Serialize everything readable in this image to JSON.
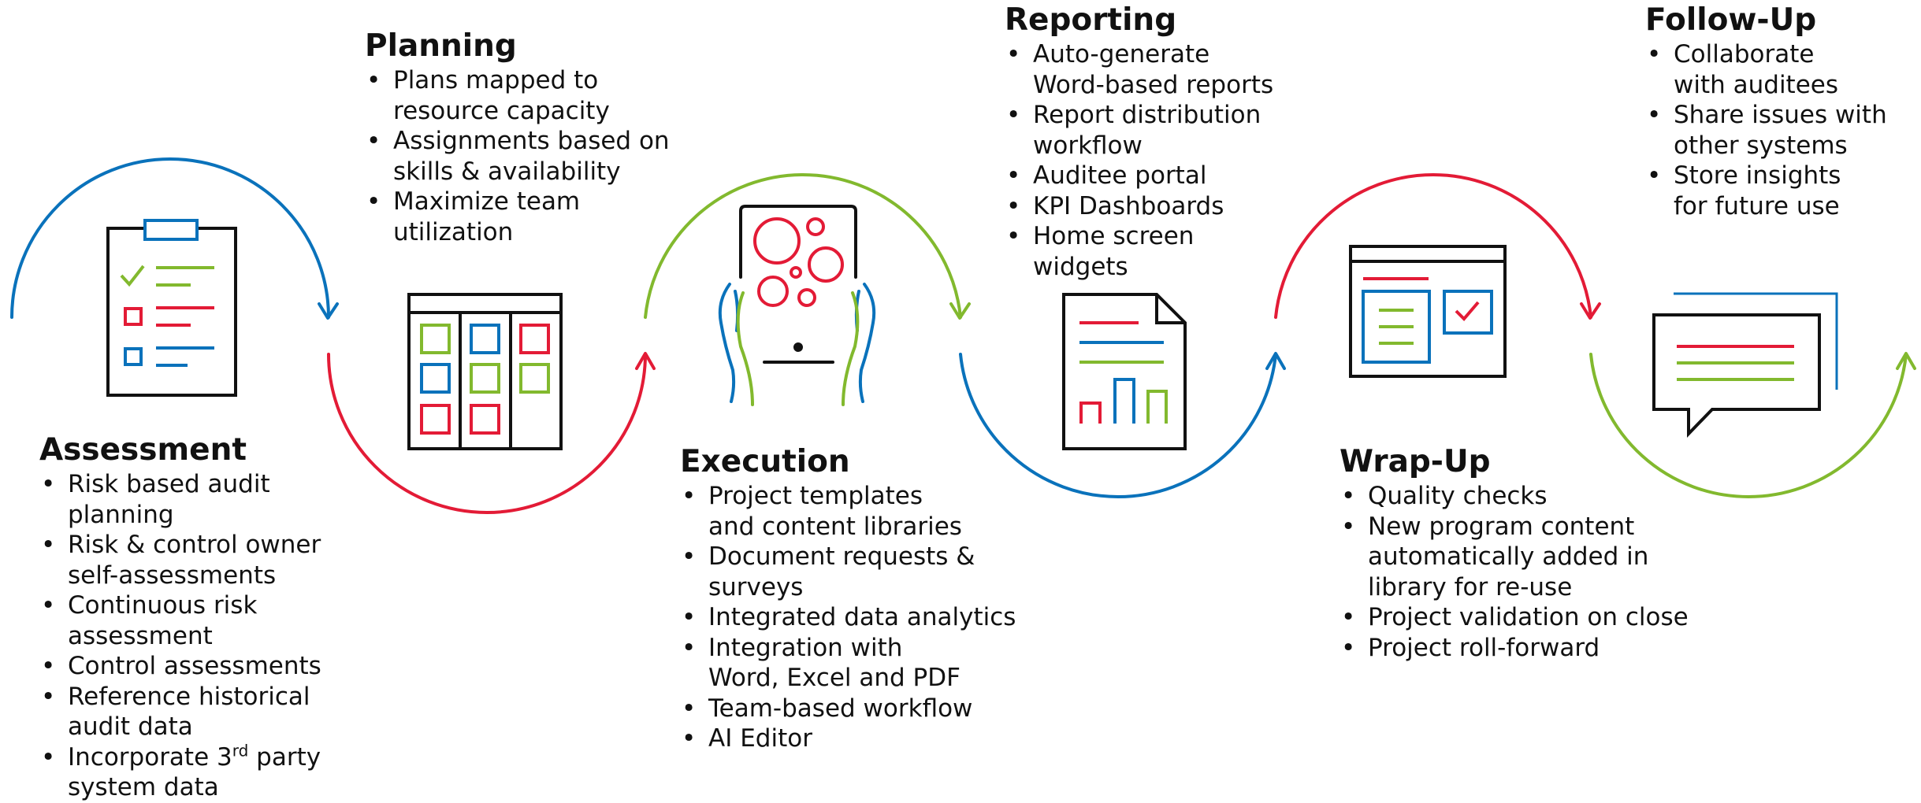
{
  "colors": {
    "blue": "#0a72bb",
    "red": "#e31b36",
    "green": "#82b92e",
    "ink": "#111111"
  },
  "stages": [
    {
      "title": "Assessment",
      "icon": "clipboard-checklist-icon",
      "items": [
        {
          "l1": "Risk based audit",
          "l2": "planning"
        },
        {
          "l1": "Risk & control owner",
          "l2": "self-assessments"
        },
        {
          "l1": "Continuous risk",
          "l2": "assessment"
        },
        {
          "l1": "Control assessments",
          "l2": ""
        },
        {
          "l1": "Reference historical",
          "l2": "audit data"
        },
        {
          "l1": "Incorporate 3",
          "sup": "rd",
          "l1b": " party",
          "l2": "system data"
        }
      ]
    },
    {
      "title": "Planning",
      "icon": "planning-grid-icon",
      "items": [
        {
          "l1": "Plans mapped to",
          "l2": "resource capacity"
        },
        {
          "l1": "Assignments based on",
          "l2": "skills & availability"
        },
        {
          "l1": "Maximize team",
          "l2": "utilization"
        }
      ]
    },
    {
      "title": "Execution",
      "icon": "tablet-in-hands-icon",
      "items": [
        {
          "l1": "Project templates",
          "l2": "and content libraries"
        },
        {
          "l1": "Document requests &",
          "l2": "surveys"
        },
        {
          "l1": "Integrated data analytics",
          "l2": ""
        },
        {
          "l1": "Integration with",
          "l2": "Word, Excel and PDF"
        },
        {
          "l1": "Team-based workflow",
          "l2": ""
        },
        {
          "l1": "AI Editor",
          "l2": ""
        }
      ]
    },
    {
      "title": "Reporting",
      "icon": "report-document-icon",
      "items": [
        {
          "l1": "Auto-generate",
          "l2": "Word-based reports"
        },
        {
          "l1": "Report distribution",
          "l2": "workflow"
        },
        {
          "l1": "Auditee portal",
          "l2": ""
        },
        {
          "l1": "KPI Dashboards",
          "l2": ""
        },
        {
          "l1": "Home screen",
          "l2": "widgets"
        }
      ]
    },
    {
      "title": "Wrap-Up",
      "icon": "browser-checkbox-icon",
      "items": [
        {
          "l1": "Quality checks",
          "l2": ""
        },
        {
          "l1": "New program content",
          "l2": "automatically added in",
          "l3": "library for re-use"
        },
        {
          "l1": "Project validation on close",
          "l2": ""
        },
        {
          "l1": "Project roll-forward",
          "l2": ""
        }
      ]
    },
    {
      "title": "Follow-Up",
      "icon": "speech-bubble-icon",
      "items": [
        {
          "l1": "Collaborate",
          "l2": "with auditees"
        },
        {
          "l1": "Share issues with",
          "l2": "other systems"
        },
        {
          "l1": "Store insights",
          "l2": "for future use"
        }
      ]
    }
  ]
}
